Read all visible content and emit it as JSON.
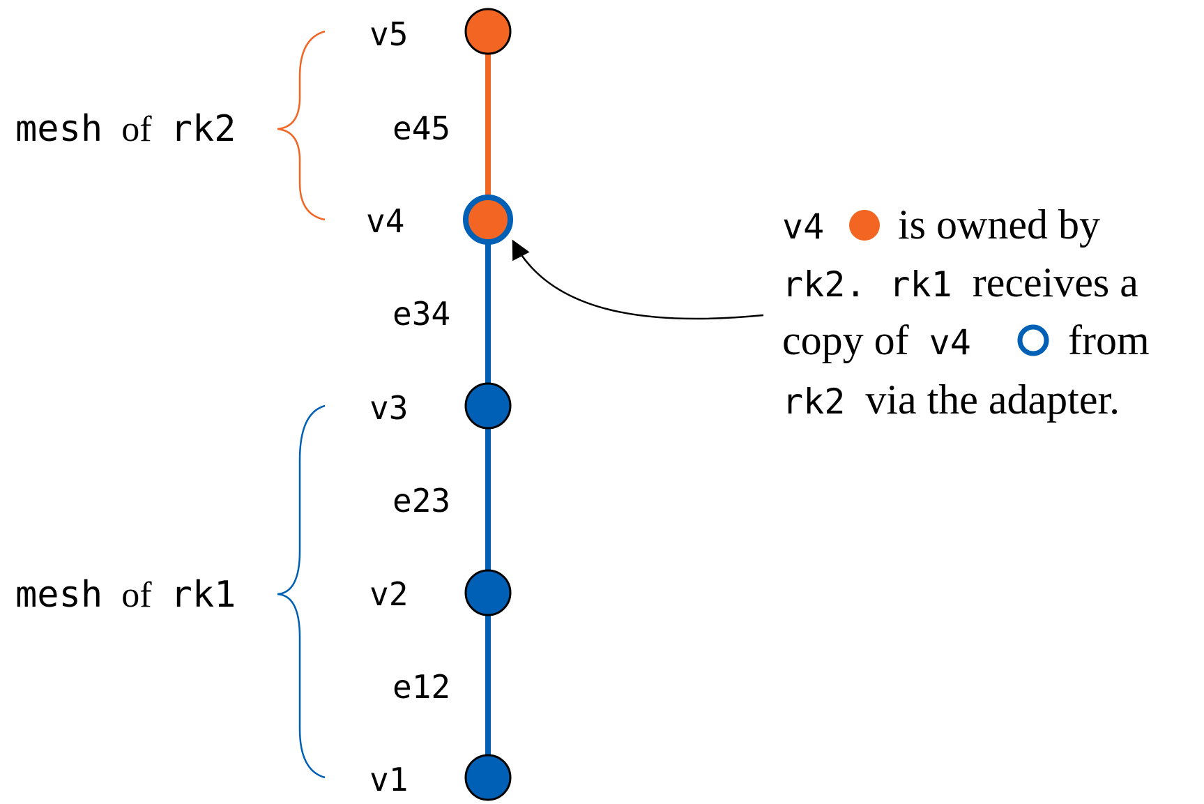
{
  "colors": {
    "owned_rk2": "#f26522",
    "owned_rk1": "#0060b6",
    "outline": "#000000",
    "text": "#000000"
  },
  "nodes": [
    {
      "id": "v5",
      "label": "v5",
      "owner": "rk2",
      "ghost": false
    },
    {
      "id": "v4",
      "label": "v4",
      "owner": "rk2",
      "ghost": true
    },
    {
      "id": "v3",
      "label": "v3",
      "owner": "rk1",
      "ghost": false
    },
    {
      "id": "v2",
      "label": "v2",
      "owner": "rk1",
      "ghost": false
    },
    {
      "id": "v1",
      "label": "v1",
      "owner": "rk1",
      "ghost": false
    }
  ],
  "edges": [
    {
      "id": "e45",
      "label": "e45",
      "owner": "rk2"
    },
    {
      "id": "e34",
      "label": "e34",
      "owner": "rk1"
    },
    {
      "id": "e23",
      "label": "e23",
      "owner": "rk1"
    },
    {
      "id": "e12",
      "label": "e12",
      "owner": "rk1"
    }
  ],
  "meshes": [
    {
      "id": "rk2",
      "prefix": "mesh",
      "of": "of",
      "rank": "rk2",
      "color_key": "owned_rk2"
    },
    {
      "id": "rk1",
      "prefix": "mesh",
      "of": "of",
      "rank": "rk1",
      "color_key": "owned_rk1"
    }
  ],
  "note": {
    "line1": {
      "code1": "v4",
      "text1": "is owned by"
    },
    "line2": {
      "code1": "rk2.",
      "code2": "rk1",
      "text1": "receives a"
    },
    "line3": {
      "text1": "copy of",
      "code1": "v4",
      "text2": "from"
    },
    "line4": {
      "code1": "rk2",
      "text1": "via the adapter."
    }
  }
}
